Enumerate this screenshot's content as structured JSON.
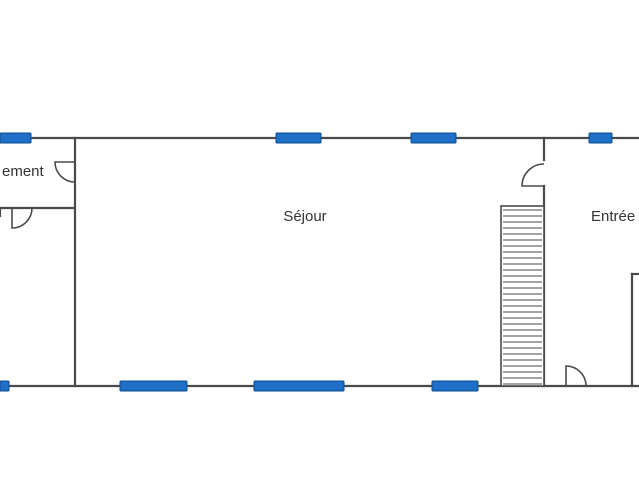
{
  "rooms": {
    "left_room_label": "ement",
    "center_room_label": "Séjour",
    "right_room_label": "Entrée"
  },
  "colors": {
    "wall": "#4a4a4a",
    "window_fill": "#1e6fc8",
    "window_stroke": "#0d4a8a",
    "background": "#ffffff"
  }
}
